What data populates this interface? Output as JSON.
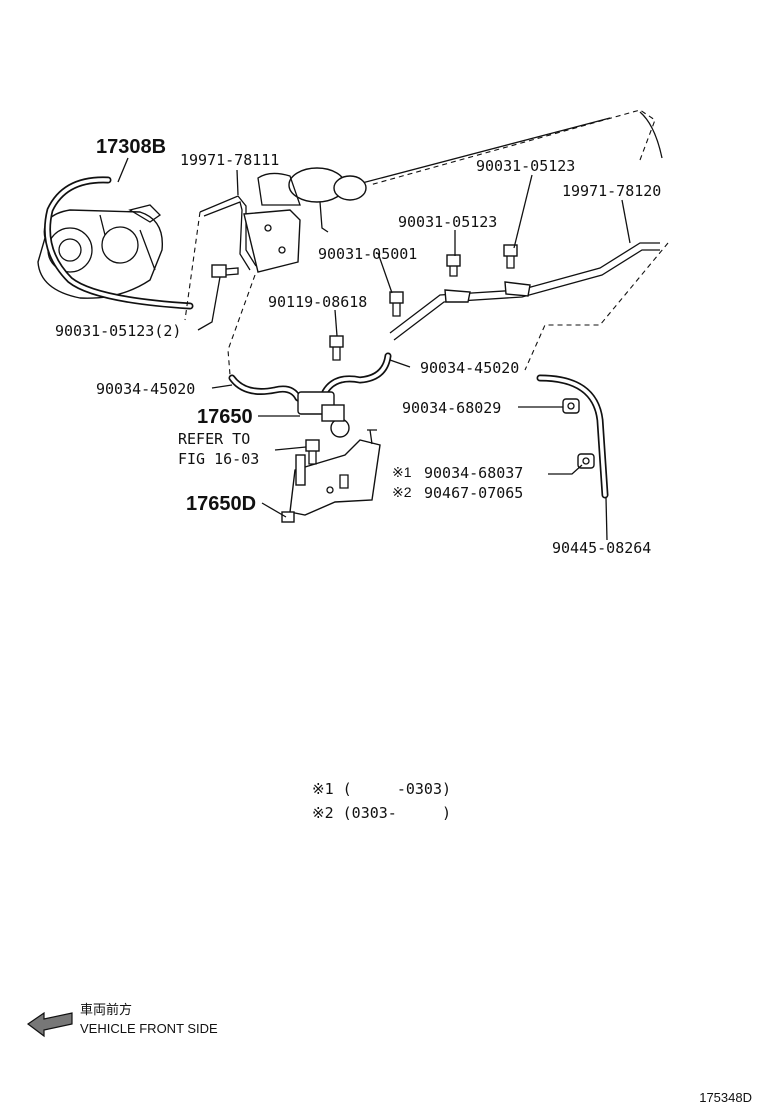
{
  "labels": {
    "p17308b": "17308B",
    "p19971_78111": "19971-78111",
    "p90031_05123_top": "90031-05123",
    "p19971_78120": "19971-78120",
    "p90031_05123_mid": "90031-05123",
    "p90031_05001": "90031-05001",
    "p90119_08618": "90119-08618",
    "p90031_05123_2": "90031-05123(2)",
    "p90034_45020_left": "90034-45020",
    "p90034_45020_right": "90034-45020",
    "p90034_68029": "90034-68029",
    "p17650": "17650",
    "refer_to": "REFER TO",
    "fig_ref": "FIG 16-03",
    "note1_mark": "※1",
    "p90034_68037": "90034-68037",
    "note2_mark": "※2",
    "p90467_07065": "90467-07065",
    "p17650d": "17650D",
    "p90445_08264": "90445-08264"
  },
  "notes": {
    "note1": "※1 (     -0303)",
    "note2": "※2 (0303-     )"
  },
  "direction": {
    "japanese": "車両前方",
    "english": "VEHICLE FRONT SIDE",
    "icon": "arrow-left-icon"
  },
  "figure_id": "175348D"
}
